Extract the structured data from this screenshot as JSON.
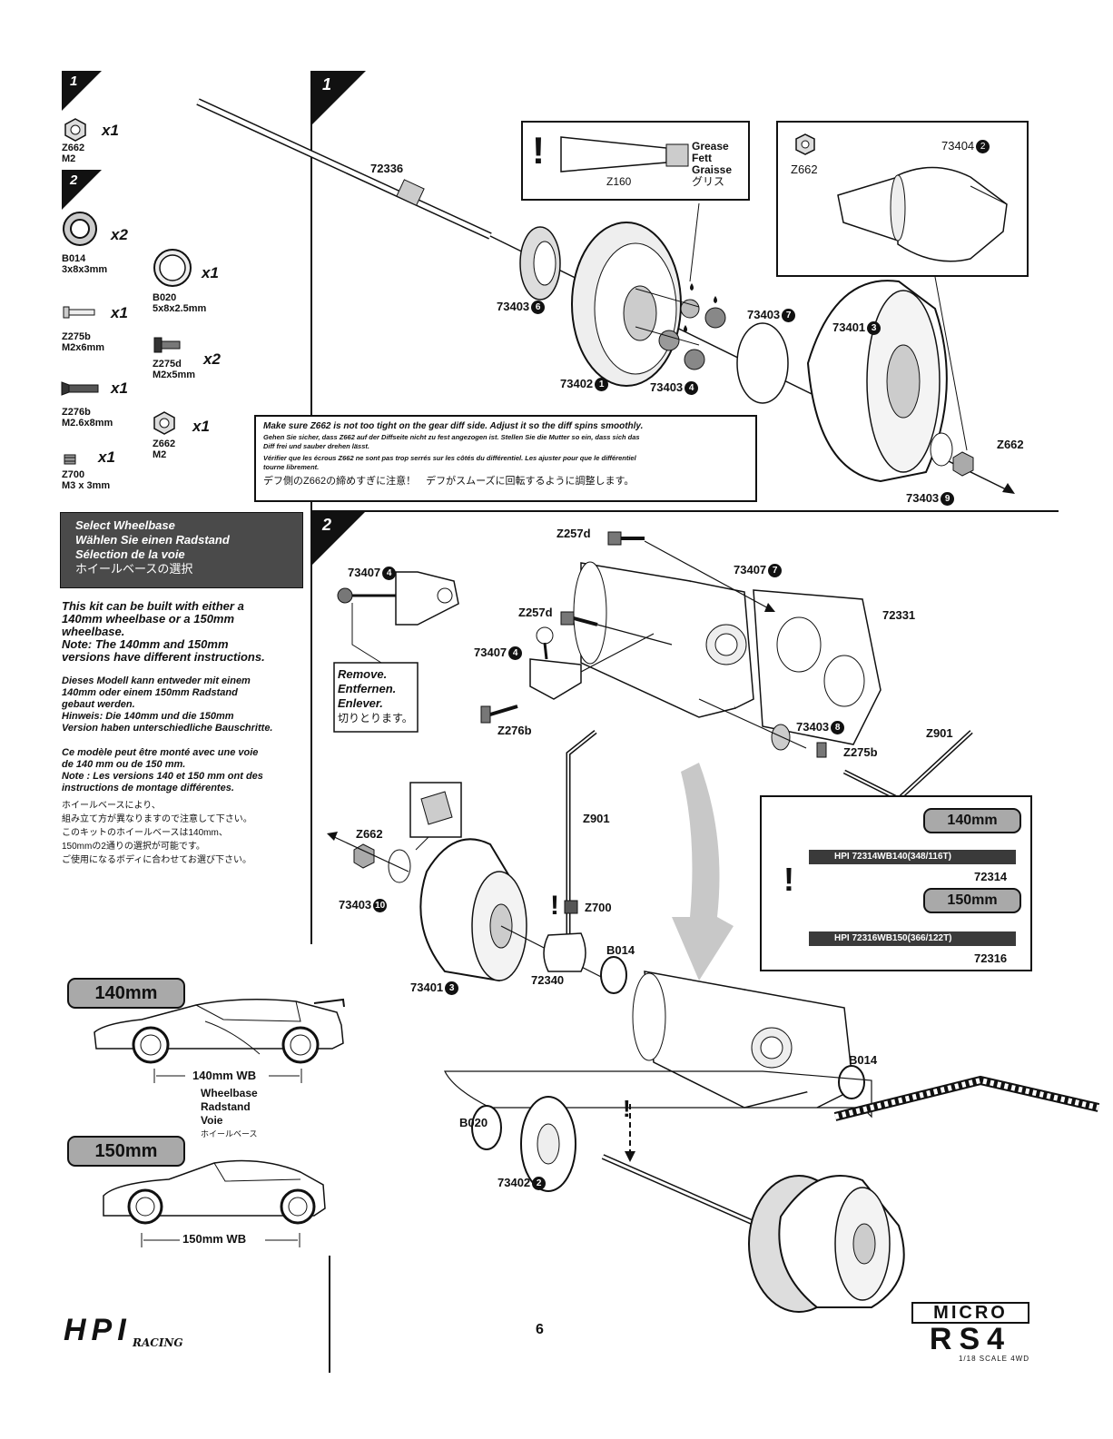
{
  "page_number": "6",
  "brand": {
    "logo_text": "HPI",
    "logo_sub": "RACING",
    "product_logo_line1": "MICRO",
    "product_logo_line2": "RS4",
    "product_logo_sub": "1/18 SCALE 4WD"
  },
  "sidebar": {
    "step1_flag": "1",
    "step1_parts": [
      {
        "code": "Z662",
        "size": "M2",
        "qty": "x1"
      }
    ],
    "step2_flag": "2",
    "step2_parts": [
      {
        "code": "B014",
        "size": "3x8x3mm",
        "qty": "x2"
      },
      {
        "code": "B020",
        "size": "5x8x2.5mm",
        "qty": "x1"
      },
      {
        "code": "Z275b",
        "size": "M2x6mm",
        "qty": "x1"
      },
      {
        "code": "Z275d",
        "size": "M2x5mm",
        "qty": "x2"
      },
      {
        "code": "Z276b",
        "size": "M2.6x8mm",
        "qty": "x1"
      },
      {
        "code": "Z662",
        "size": "M2",
        "qty": "x1"
      },
      {
        "code": "Z700",
        "size": "M3 x 3mm",
        "qty": "x1"
      }
    ]
  },
  "wheelbase": {
    "title_lines": [
      "Select Wheelbase",
      "Wählen Sie einen Radstand",
      "Sélection de la voie",
      "ホイールベースの選択"
    ],
    "en": [
      "This kit can be built with either a",
      "140mm wheelbase or a 150mm",
      "wheelbase.",
      "Note: The 140mm and 150mm",
      "versions have different instructions."
    ],
    "de": [
      "Dieses Modell kann entweder mit einem",
      "140mm oder einem 150mm Radstand",
      "gebaut werden.",
      "Hinweis: Die 140mm und die 150mm",
      "Version haben unterschiedliche Bauschritte."
    ],
    "fr": [
      "Ce modèle peut être monté avec une voie",
      "de 140 mm ou de 150 mm.",
      "Note : Les versions 140 et 150 mm ont des",
      "instructions de montage différentes."
    ],
    "jp": [
      "ホイールベースにより、",
      "組み立て方が異なりますので注意して下さい。",
      "このキットのホイールベースは140mm、",
      "150mmの2通りの選択が可能です。",
      "ご使用になるボディに合わせてお選び下さい。"
    ],
    "car140_pill": "140mm",
    "car140_wb": "140mm WB",
    "car140_caption": [
      "Wheelbase",
      "Radstand",
      "Voie",
      "ホイールベース"
    ],
    "car150_pill": "150mm",
    "car150_wb": "150mm WB"
  },
  "step1": {
    "flag": "1",
    "labels": {
      "shaft": "72336",
      "gear6": "73403",
      "gear6_num": "6",
      "gear1": "73402",
      "gear1_num": "1",
      "gear4": "73403",
      "gear4_num": "4",
      "washer7": "73403",
      "washer7_num": "7",
      "cup3": "73401",
      "cup3_num": "3",
      "washer9": "73403",
      "washer9_num": "9",
      "nut": "Z662"
    },
    "grease": {
      "code": "Z160",
      "lines": [
        "Grease",
        "Fett",
        "Graisse",
        "グリス"
      ]
    },
    "inset": {
      "nut": "Z662",
      "part": "73404",
      "part_num": "2"
    },
    "warning": [
      "Make sure Z662 is not too tight on the gear diff side. Adjust it so the diff spins smoothly.",
      "Gehen Sie sicher, dass Z662 auf der Diffseite nicht zu fest angezogen ist. Stellen Sie die Mutter so ein, dass sich das",
      "Diff frei und sauber drehen lässt.",
      "Vérifier que les écrous Z662 ne sont pas trop serrés sur les côtés du différentiel. Les ajuster pour que le différentiel",
      "tourne librement.",
      "デフ側のZ662の締めすぎに注意！　デフがスムーズに回転するように調整します。"
    ]
  },
  "step2": {
    "flag": "2",
    "labels": {
      "z257d_a": "Z257d",
      "z257d_b": "Z257d",
      "p73407_top": "73407",
      "p73407_top_num": "4",
      "p73407_mid": "73407",
      "p73407_mid_num": "7",
      "p73407_left": "73407",
      "p73407_left_num": "4",
      "plate": "72331",
      "z276b": "Z276b",
      "p73403_8": "73403",
      "p73403_8_num": "8",
      "z901_a": "Z901",
      "z275b": "Z275b",
      "z901_b": "Z901",
      "z662": "Z662",
      "p73403_10": "73403",
      "p73403_10_num": "10",
      "z700": "Z700",
      "b014_a": "B014",
      "p72340": "72340",
      "p73401": "73401",
      "p73401_num": "3",
      "b014_b": "B014",
      "b020": "B020",
      "p73402": "73402",
      "p73402_num": "2"
    },
    "remove": [
      "Remove.",
      "Entfernen.",
      "Enlever.",
      "切りとります。"
    ],
    "belts": {
      "b140_pill": "140mm",
      "b140_text": "HPI    72314WB140(348/116T)",
      "b140_code": "72314",
      "b150_pill": "150mm",
      "b150_text": "HPI    72316WB150(366/122T)",
      "b150_code": "72316"
    }
  }
}
